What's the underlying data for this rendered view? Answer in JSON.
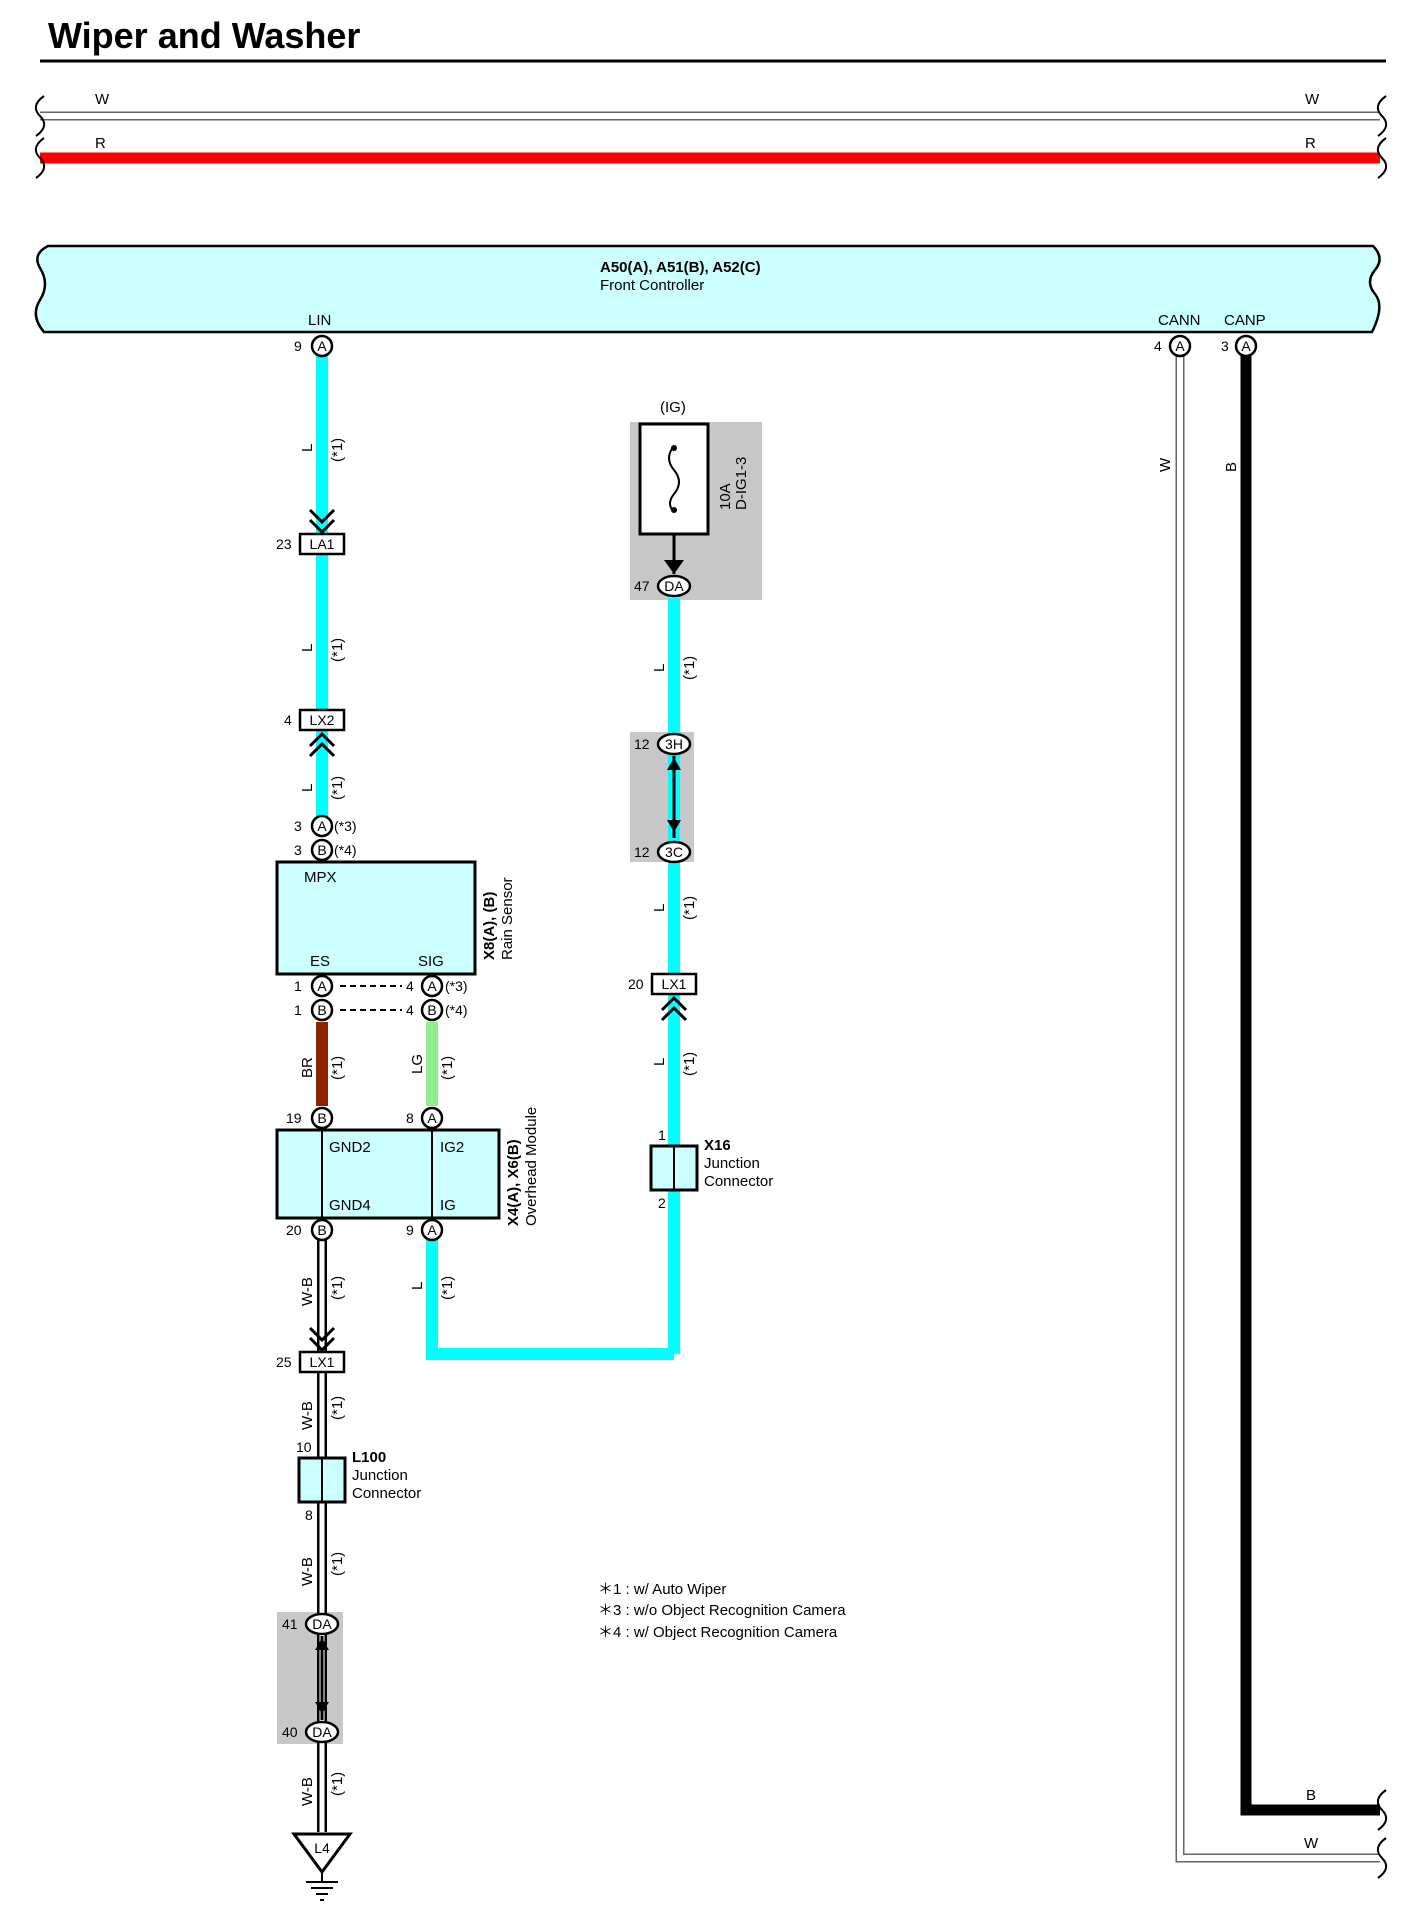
{
  "title": "Wiper and Washer",
  "buses": {
    "w_left": "W",
    "w_right": "W",
    "r_left": "R",
    "r_right": "R"
  },
  "front_controller": {
    "code": "A50(A), A51(B), A52(C)",
    "name": "Front Controller",
    "pin_lin": "LIN",
    "pin_cann": "CANN",
    "pin_canp": "CANP",
    "lin_num": "9",
    "lin_conn": "A",
    "cann_num": "4",
    "cann_conn": "A",
    "canp_num": "3",
    "canp_conn": "A"
  },
  "fuse": {
    "source": "(IG)",
    "rating": "10A",
    "name": "D-IG1-3",
    "pin_num": "47",
    "pin_conn": "DA"
  },
  "wire_colors": {
    "L": "L",
    "BR": "BR",
    "LG": "LG",
    "WB": "W-B",
    "W": "W",
    "B": "B"
  },
  "note_tags": {
    "n1": "(*1)",
    "n3": "(*3)",
    "n4": "(*4)"
  },
  "connectors": {
    "la1": {
      "num": "23",
      "label": "LA1"
    },
    "lx2": {
      "num": "4",
      "label": "LX2"
    },
    "h3": {
      "num": "12",
      "label": "3H"
    },
    "c3": {
      "num": "12",
      "label": "3C"
    },
    "lx1_right": {
      "num": "20",
      "label": "LX1"
    },
    "lx1_left": {
      "num": "25",
      "label": "LX1"
    },
    "da41": {
      "num": "41",
      "label": "DA"
    },
    "da40": {
      "num": "40",
      "label": "DA"
    }
  },
  "rain_sensor": {
    "code": "X8(A), (B)",
    "name": "Rain Sensor",
    "mpx": "MPX",
    "es": "ES",
    "sig": "SIG",
    "top_a_num": "3",
    "top_a": "A",
    "top_b_num": "3",
    "top_b": "B",
    "es_a_num": "1",
    "es_a": "A",
    "es_b_num": "1",
    "es_b": "B",
    "sig_a_num": "4",
    "sig_a": "A",
    "sig_b_num": "4",
    "sig_b": "B"
  },
  "overhead_module": {
    "code": "X4(A), X6(B)",
    "name": "Overhead Module",
    "gnd2": "GND2",
    "gnd4": "GND4",
    "ig2": "IG2",
    "ig": "IG",
    "p19_num": "19",
    "p19": "B",
    "p8_num": "8",
    "p8": "A",
    "p20_num": "20",
    "p20": "B",
    "p9_num": "9",
    "p9": "A"
  },
  "x16": {
    "code": "X16",
    "line1": "Junction",
    "line2": "Connector",
    "pin_top": "1",
    "pin_bottom": "2"
  },
  "l100": {
    "code": "L100",
    "line1": "Junction",
    "line2": "Connector",
    "pin_top": "10",
    "pin_bottom": "8"
  },
  "ground": {
    "label": "L4"
  },
  "notes": [
    "＊1 : w/ Auto Wiper",
    "＊3 : w/o Object Recognition Camera",
    "＊4 : w/ Object Recognition Camera"
  ],
  "colors": {
    "cyan_wire": "#00ffff",
    "controller_fill": "#ccffff",
    "red_wire": "#ff0000",
    "brown_wire": "#8b2500",
    "lg_wire": "#90ee90",
    "shade": "#c8c8c8"
  }
}
